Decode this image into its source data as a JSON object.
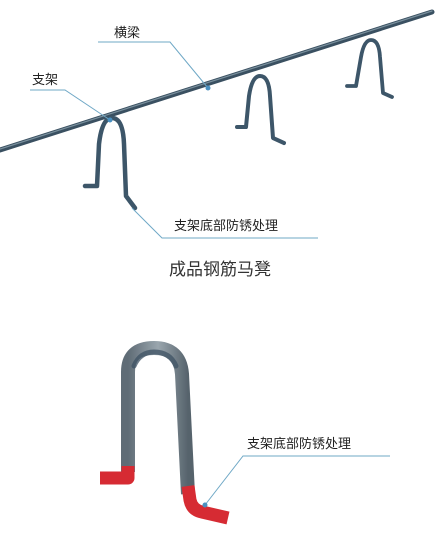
{
  "labels": {
    "beam": "横梁",
    "support": "支架",
    "rustproof_top": "支架底部防锈处理",
    "rustproof_bottom": "支架底部防锈处理"
  },
  "caption": "成品钢筋马凳",
  "colors": {
    "steel": "#3f5a6e",
    "rustproof": "#d62b33",
    "leader_line": "#6fa8c6"
  }
}
